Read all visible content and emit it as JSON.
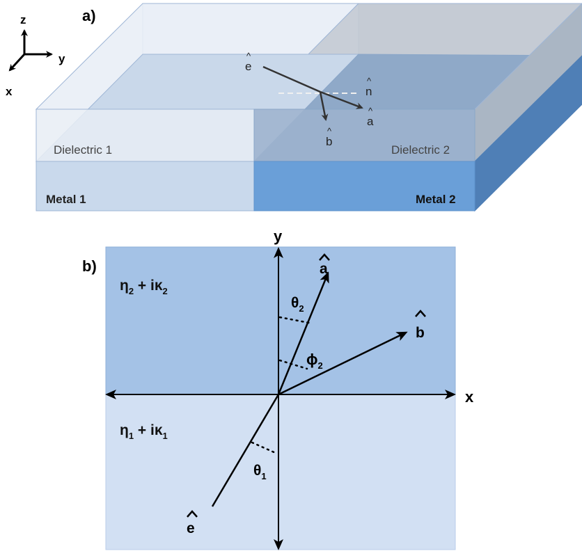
{
  "panel_a": {
    "label": "a)",
    "axes": {
      "z": "z",
      "y": "y",
      "x": "x"
    },
    "regions": {
      "dielectric1": "Dielectric 1",
      "dielectric2": "Dielectric 2",
      "metal1": "Metal 1",
      "metal2": "Metal 2"
    },
    "vectors": {
      "e": "e",
      "n": "n",
      "a": "a",
      "b": "b"
    },
    "hat": "^",
    "colors": {
      "metal2": "#6a9fd8",
      "metal1": "#c9d9ec",
      "dielectric2": "#8fa9c8",
      "frame": "#7b9cc4"
    }
  },
  "panel_b": {
    "label": "b)",
    "axes": {
      "x": "x",
      "y": "y"
    },
    "media": {
      "top": {
        "text": "η",
        "sub": "2",
        "mid": " + iκ",
        "sub2": "2"
      },
      "bottom": {
        "text": "η",
        "sub": "1",
        "mid": " + iκ",
        "sub2": "1"
      }
    },
    "vectors": {
      "a": "a",
      "b": "b",
      "e": "e"
    },
    "angles": {
      "theta2": {
        "sym": "θ",
        "sub": "2"
      },
      "phi2": {
        "sym": "ϕ",
        "sub": "2"
      },
      "theta1": {
        "sym": "θ",
        "sub": "1"
      }
    },
    "colors": {
      "top": "#a4c2e6",
      "bottom": "#d2e0f3"
    }
  }
}
